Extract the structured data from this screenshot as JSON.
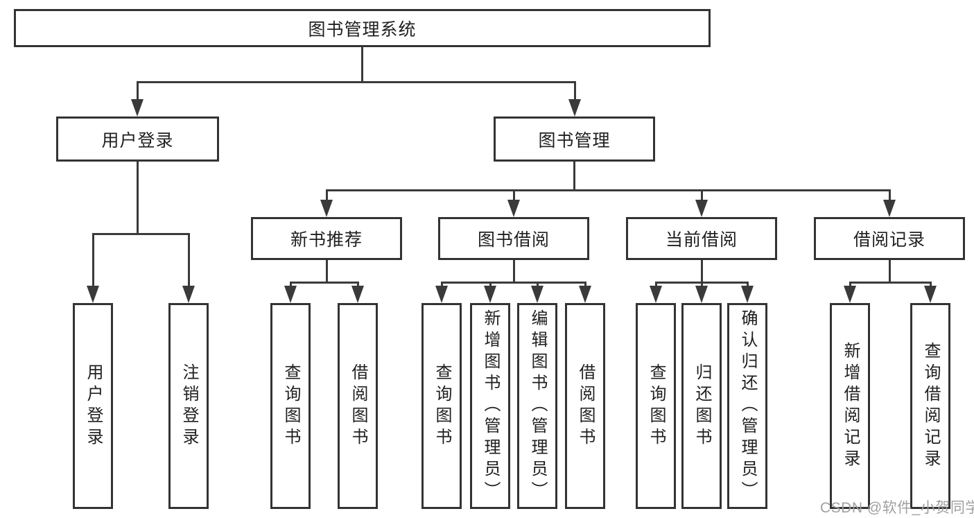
{
  "tree": {
    "root": {
      "label": "图书管理系统"
    },
    "branches": [
      {
        "label": "用户登录",
        "leaves": [
          {
            "label": "用户登录"
          },
          {
            "label": "注销登录"
          }
        ]
      },
      {
        "label": "图书管理",
        "groups": [
          {
            "label": "新书推荐",
            "leaves": [
              {
                "label": "查询图书"
              },
              {
                "label": "借阅图书"
              }
            ]
          },
          {
            "label": "图书借阅",
            "leaves": [
              {
                "label": "查询图书"
              },
              {
                "label": "新增图书（管理员）"
              },
              {
                "label": "编辑图书（管理员）"
              },
              {
                "label": "借阅图书"
              }
            ]
          },
          {
            "label": "当前借阅",
            "leaves": [
              {
                "label": "查询图书"
              },
              {
                "label": "归还图书"
              },
              {
                "label": "确认归还（管理员）"
              }
            ]
          },
          {
            "label": "借阅记录",
            "leaves": [
              {
                "label": "新增借阅记录"
              },
              {
                "label": "查询借阅记录"
              }
            ]
          }
        ]
      }
    ]
  },
  "watermark": {
    "text": "CSDN @软件_小贺同学"
  },
  "colors": {
    "line": "#3a3a3a",
    "box_border": "#333333",
    "text": "#1f1f1f",
    "watermark": "#a0a0a0",
    "background": "#ffffff"
  }
}
